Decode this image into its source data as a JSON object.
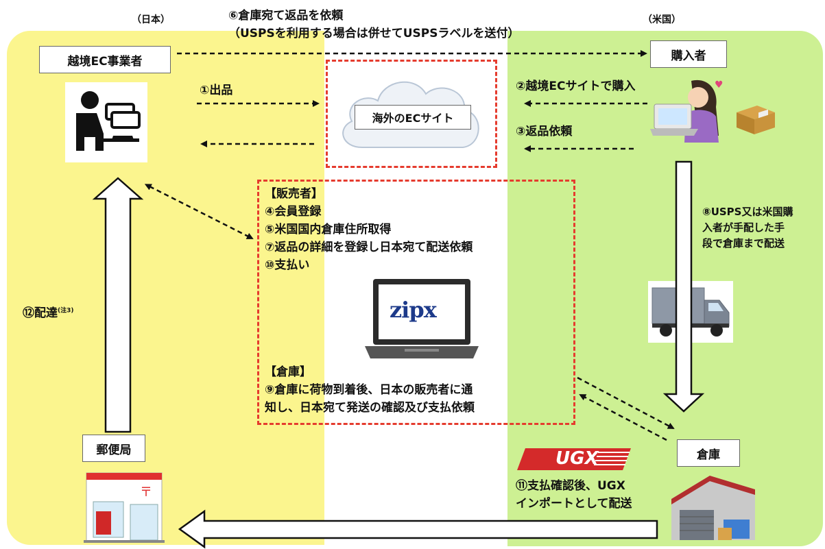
{
  "regions": {
    "japan": "（日本）",
    "usa": "（米国）"
  },
  "top_instruction": {
    "line1": "⑥倉庫宛て返品を依頼",
    "line2": "（USPSを利用する場合は併せてUSPSラベルを送付）"
  },
  "nodes": {
    "seller": "越境EC事業者",
    "buyer": "購入者",
    "ec_site": "海外のECサイト",
    "post_office": "郵便局",
    "warehouse": "倉庫"
  },
  "steps": {
    "listing": "①出品",
    "purchase": "②越境ECサイトで購入",
    "return_request": "③返品依頼",
    "delivery": "⑫配達",
    "delivery_note": "(注3)",
    "usps_line1": "⑧USPS又は米国購",
    "usps_line2": "入者が手配した手",
    "usps_line3": "段で倉庫まで配送",
    "ugx_line1": "⑪支払確認後、UGX",
    "ugx_line2": "インポートとして配送"
  },
  "zipx_panel": {
    "seller_header": "【販売者】",
    "seller_items": [
      "④会員登録",
      "⑤米国国内倉庫住所取得",
      "⑦返品の詳細を登録し日本宛て配送依頼",
      "⑩支払い"
    ],
    "warehouse_header": "【倉庫】",
    "warehouse_line1": "⑨倉庫に荷物到着後、日本の販売者に通",
    "warehouse_line2": "知し、日本宛て発送の確認及び支払依頼"
  },
  "logos": {
    "zipx": "zipx",
    "ugx": "UGX"
  },
  "colors": {
    "japan_bg": "#fbf58e",
    "usa_bg": "#cdf093",
    "dashed_red": "#e53b2e"
  },
  "icons": [
    "person-computer-icon",
    "cloud-icon",
    "shopper-icon",
    "package-icon",
    "laptop-icon",
    "truck-icon",
    "post-office-icon",
    "warehouse-building-icon"
  ]
}
